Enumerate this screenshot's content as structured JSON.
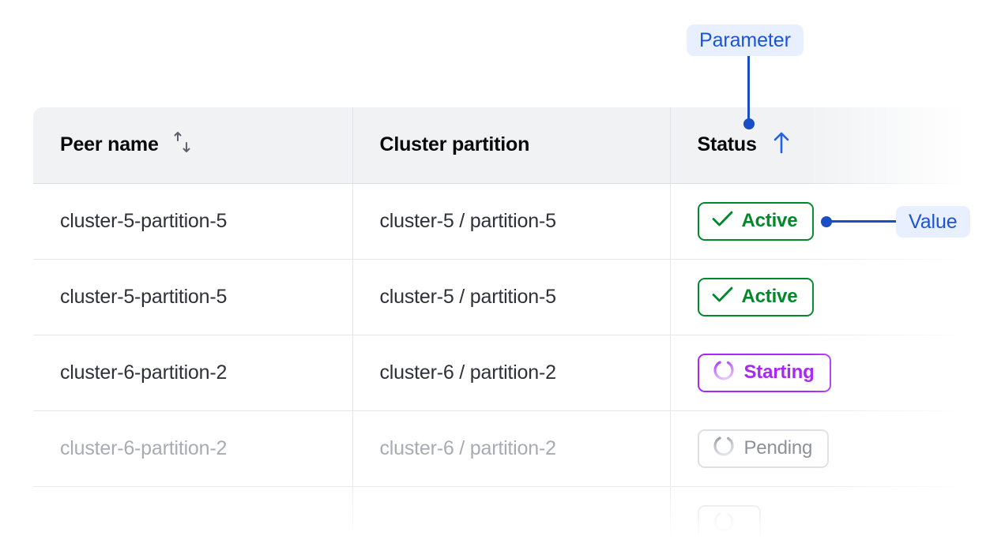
{
  "table": {
    "columns": [
      {
        "label": "Peer name",
        "sort_icon": "sort-updown-icon",
        "sorted": false
      },
      {
        "label": "Cluster partition",
        "sort_icon": null,
        "sorted": false
      },
      {
        "label": "Status",
        "sort_icon": "sort-up-icon",
        "sorted": true
      }
    ],
    "rows": [
      {
        "peer_name": "cluster-5-partition-5",
        "cluster_partition": "cluster-5 / partition-5",
        "status": "Active",
        "status_kind": "active",
        "status_icon": "check-icon",
        "muted": false
      },
      {
        "peer_name": "cluster-5-partition-5",
        "cluster_partition": "cluster-5 / partition-5",
        "status": "Active",
        "status_kind": "active",
        "status_icon": "check-icon",
        "muted": false
      },
      {
        "peer_name": "cluster-6-partition-2",
        "cluster_partition": "cluster-6 / partition-2",
        "status": "Starting",
        "status_kind": "starting",
        "status_icon": "spinner-icon",
        "muted": false
      },
      {
        "peer_name": "cluster-6-partition-2",
        "cluster_partition": "cluster-6 / partition-2",
        "status": "Pending",
        "status_kind": "pending",
        "status_icon": "spinner-icon",
        "muted": true
      },
      {
        "peer_name": "",
        "cluster_partition": "",
        "status": "",
        "status_kind": "pending",
        "status_icon": "spinner-icon",
        "muted": true
      }
    ]
  },
  "annotations": {
    "parameter": {
      "label": "Parameter"
    },
    "value": {
      "label": "Value"
    }
  },
  "colors": {
    "accent_blue": "#1a4ec4",
    "chip_bg": "#e8efff",
    "chip_text": "#1a55d8",
    "sort_active": "#1f64e8",
    "status_active": "#00892b",
    "status_starting": "#a927f5",
    "status_pending": "#8d9098",
    "header_bg": "#f1f2f4",
    "border": "#e6e7ea"
  }
}
